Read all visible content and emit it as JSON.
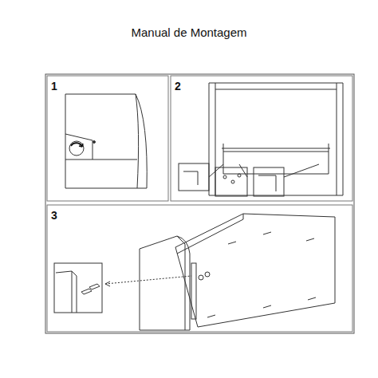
{
  "diagram": {
    "title": "Manual de Montagem",
    "labels": [
      "1",
      "2",
      "3"
    ]
  }
}
